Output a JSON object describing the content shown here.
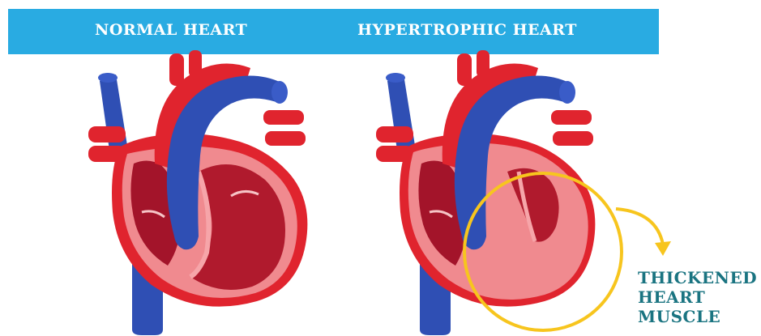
{
  "banner": {
    "normal_title": "NORMAL HEART",
    "hypertrophic_title": "HYPERTROPHIC HEART",
    "color": "#29abe2"
  },
  "callout": {
    "line1": "THICKENED",
    "line2": "HEART",
    "line3": "MUSCLE",
    "text_color": "#1a7481",
    "ring_color": "#f7c51e"
  },
  "colors": {
    "vein_blue": "#2f4fb4",
    "artery_red": "#e0242e",
    "chamber_dark": "#a3142a",
    "muscle_pink": "#f08a8f"
  }
}
